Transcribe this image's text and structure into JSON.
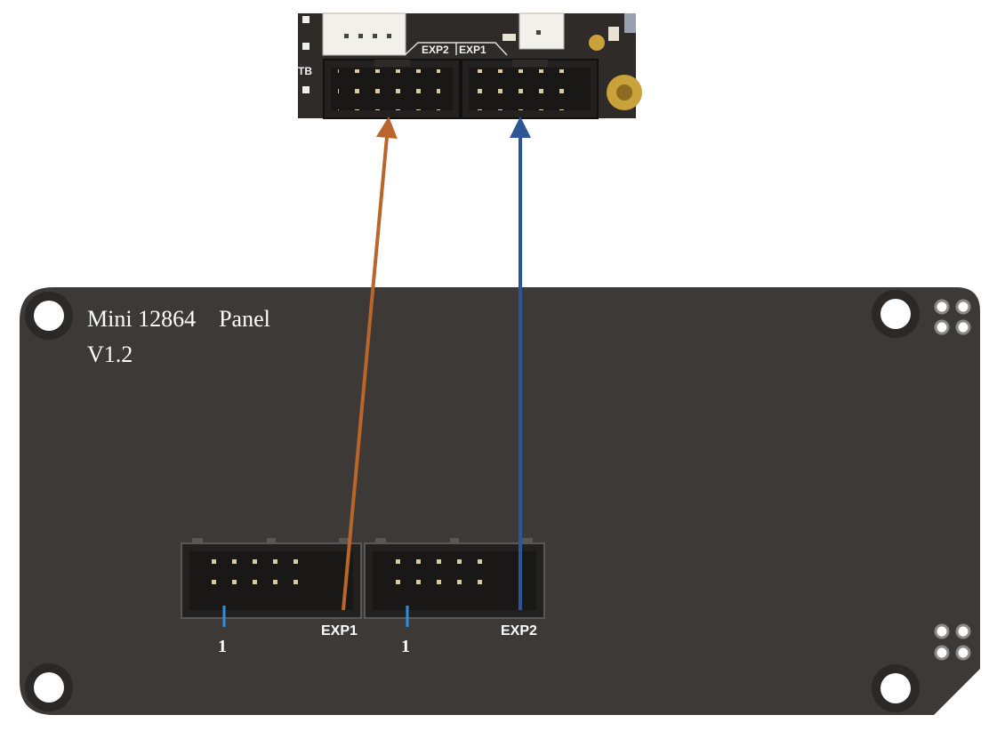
{
  "mainboard": {
    "silk_labels": [
      "EXP2",
      "EXP1"
    ],
    "side_label": "TB"
  },
  "panel": {
    "title": "Mini 12864    Panel",
    "version": "V1.2",
    "connectors": [
      {
        "name": "EXP1",
        "pin1_label": "1"
      },
      {
        "name": "EXP2",
        "pin1_label": "1"
      }
    ]
  },
  "wires": [
    {
      "from": "panel EXP1",
      "to": "mainboard EXP2",
      "color": "#B9652B"
    },
    {
      "from": "panel EXP2",
      "to": "mainboard EXP1",
      "color": "#2E5596"
    }
  ],
  "colors": {
    "panel_pcb": "#3C3937",
    "mainboard_pcb": "#2E2B28",
    "connector_shell": "#23211F",
    "pin": "#D9C9A0",
    "pin1_marker": "#2F8FD8",
    "gold_pad": "#C9A23C"
  }
}
